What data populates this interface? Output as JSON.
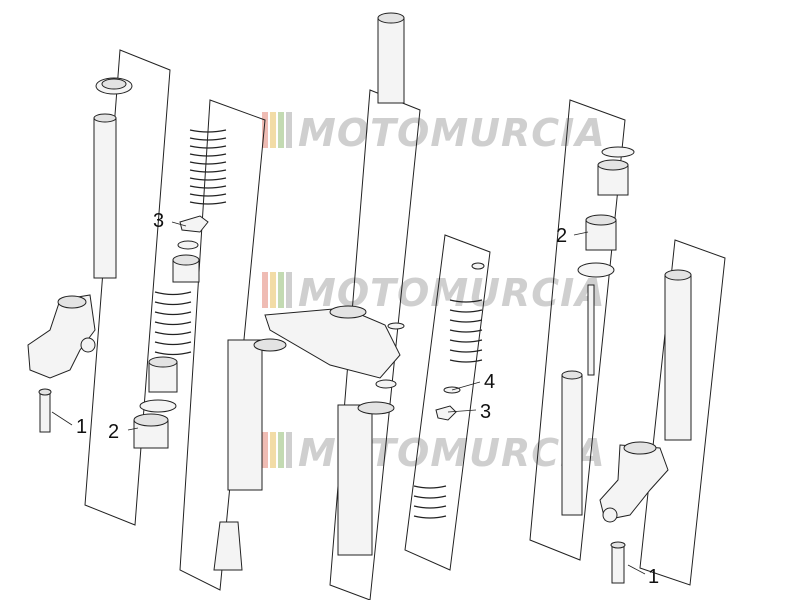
{
  "watermark": {
    "text": "MOTOMURCIA",
    "colors": [
      "#cfcfcf",
      "#e9c46a",
      "#9bc27f",
      "#e07a6a"
    ]
  },
  "callouts": {
    "left_fork_seal": "1",
    "left_fork_bushing": "2",
    "center_spring_cap": "3",
    "right_center_cap": "3",
    "right_center_washer": "4",
    "right_fork_bushing": "2",
    "right_fork_seal": "1"
  }
}
